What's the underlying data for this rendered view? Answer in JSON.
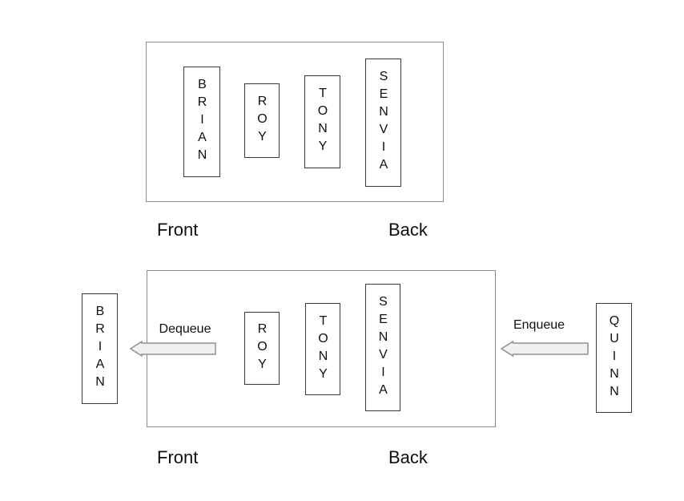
{
  "colors": {
    "container-border": "#8c8c8c",
    "item-border": "#3a3a3a",
    "text-color": "#0f0f0f",
    "arrow-fill": "#f0f0f0",
    "arrow-border": "#919191",
    "canvas-bg": "#ffffff"
  },
  "top_diagram": {
    "queue": [
      "BRIAN",
      "ROY",
      "TONY",
      "SENVIA"
    ],
    "front": "Front",
    "back": "Back"
  },
  "bottom_diagram": {
    "dequeued": "BRIAN",
    "queue": [
      "ROY",
      "TONY",
      "SENVIA"
    ],
    "enqueued": "QUINN",
    "dequeue": "Dequeue",
    "enqueue": "Enqueue",
    "front": "Front",
    "back": "Back"
  }
}
